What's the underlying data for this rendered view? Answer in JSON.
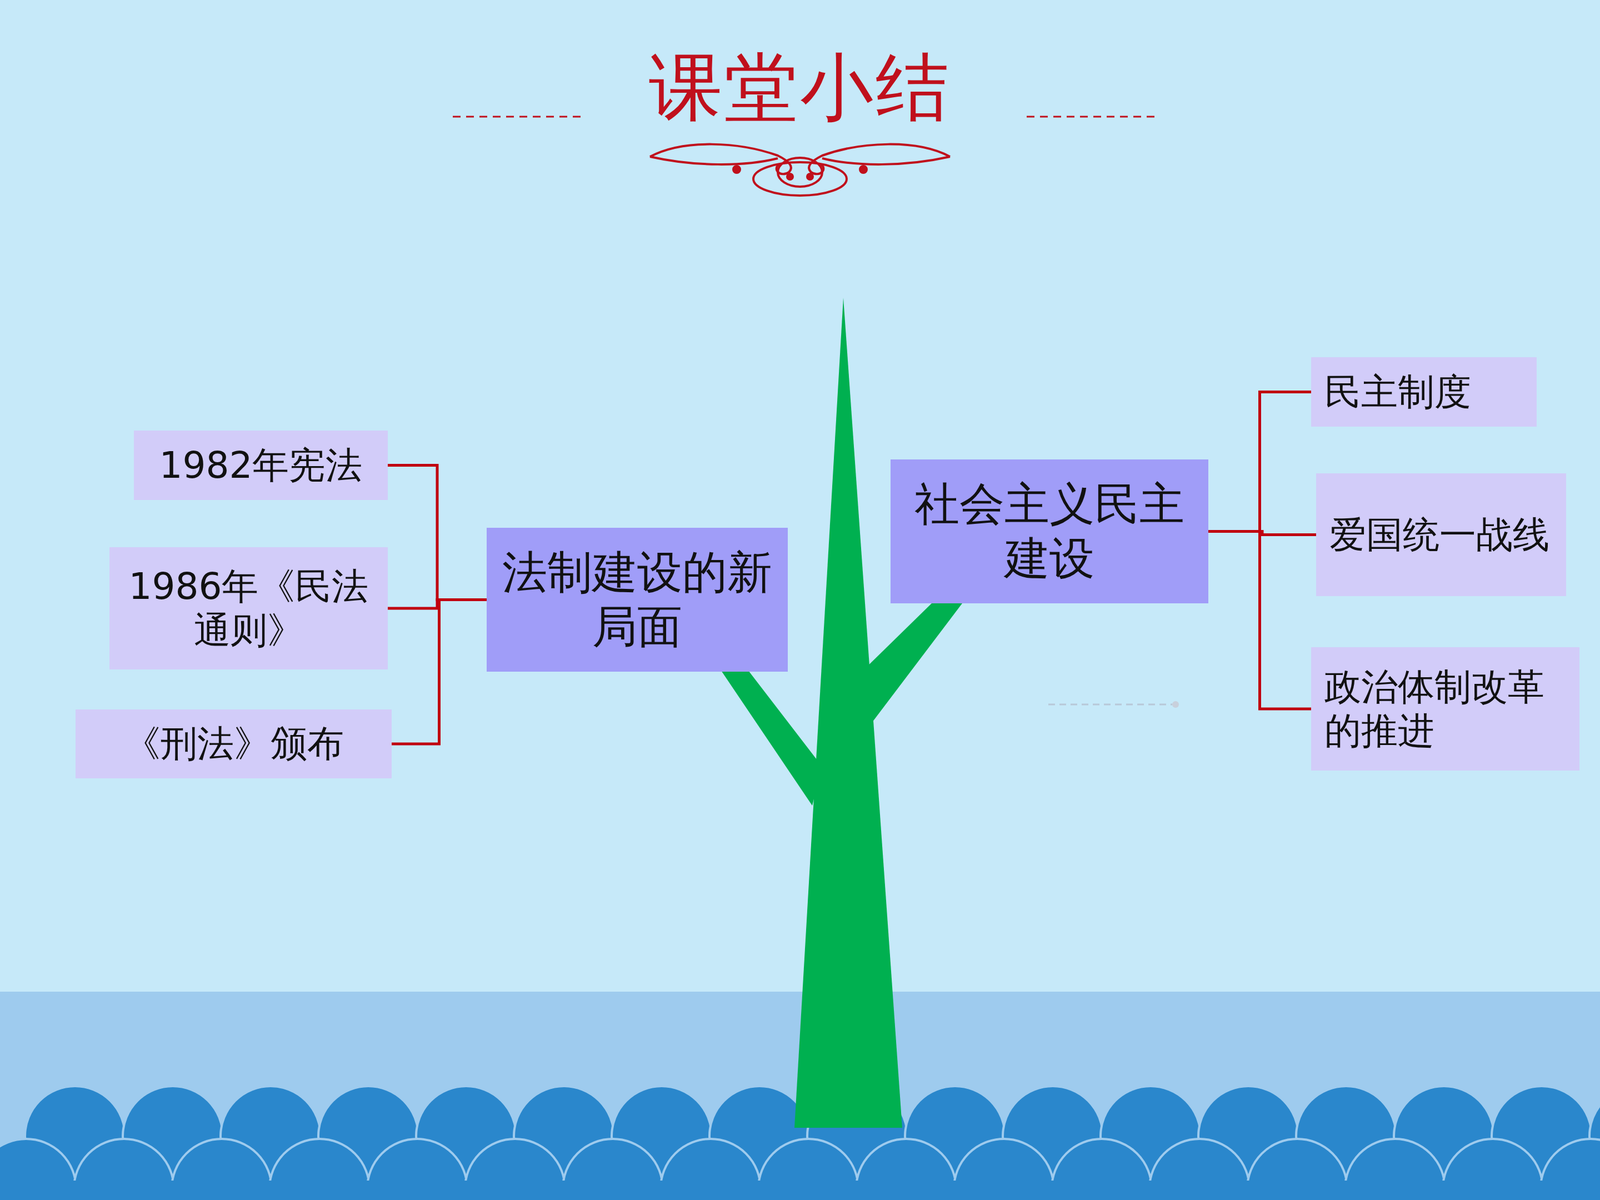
{
  "diagram": {
    "title": "课堂小结",
    "nodes": [
      {
        "text": [
          "1982年宪法"
        ]
      },
      {
        "text": [
          "1986年《民法通则》"
        ]
      },
      {
        "text": [
          "《刑法》颁布"
        ]
      },
      {
        "text": [
          "法制建设的新局面"
        ]
      },
      {
        "text": [
          "社会主义民主建设"
        ]
      },
      {
        "text": [
          "民主制度"
        ]
      },
      {
        "text": [
          "爱国统一战线"
        ]
      },
      {
        "text": [
          "政治体制改革的推进"
        ]
      }
    ],
    "edges": [
      {
        "from": 3,
        "to": 0,
        "arrow": "none"
      },
      {
        "from": 3,
        "to": 1,
        "arrow": "none"
      },
      {
        "from": 3,
        "to": 2,
        "arrow": "none"
      },
      {
        "from": 4,
        "to": 5,
        "arrow": "none"
      },
      {
        "from": 4,
        "to": 6,
        "arrow": "none"
      },
      {
        "from": 4,
        "to": 7,
        "arrow": "none"
      }
    ]
  }
}
